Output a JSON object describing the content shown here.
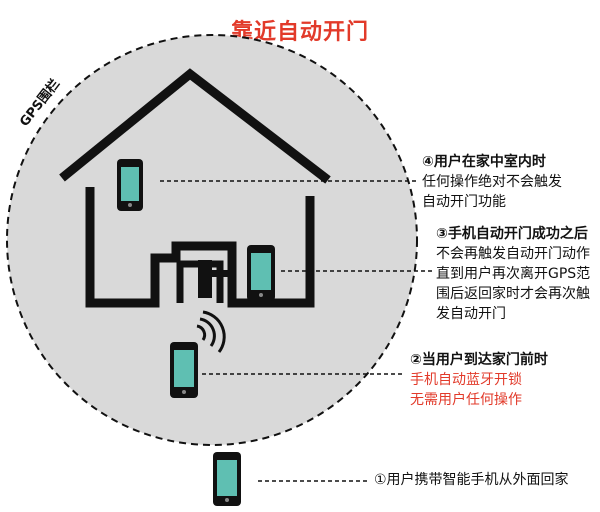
{
  "title": "靠近自动开门",
  "fence_label": "GPS围栏",
  "notes": [
    {
      "heading": "④用户在家中室内时",
      "lines": [
        "任何操作绝对不会触发",
        "自动开门功能"
      ],
      "color": "#111111"
    },
    {
      "heading": "③手机自动开门成功之后",
      "lines": [
        "不会再触发自动开门动作",
        "直到用户再次离开GPS范",
        "围后返回家时才会再次触",
        "发自动开门"
      ],
      "color": "#111111"
    },
    {
      "heading": "②当用户到达家门前时",
      "lines": [
        "手机自动蓝牙开锁",
        "无需用户任何操作"
      ],
      "color": "#e23a2a"
    },
    {
      "heading": "①用户携带智能手机从外面回家",
      "lines": [],
      "color": "#111111"
    }
  ],
  "colors": {
    "accent": "#e23a2a",
    "circle_fill": "#d9d9d9",
    "phone_screen": "#5fbfb2",
    "house_line": "#111111"
  }
}
